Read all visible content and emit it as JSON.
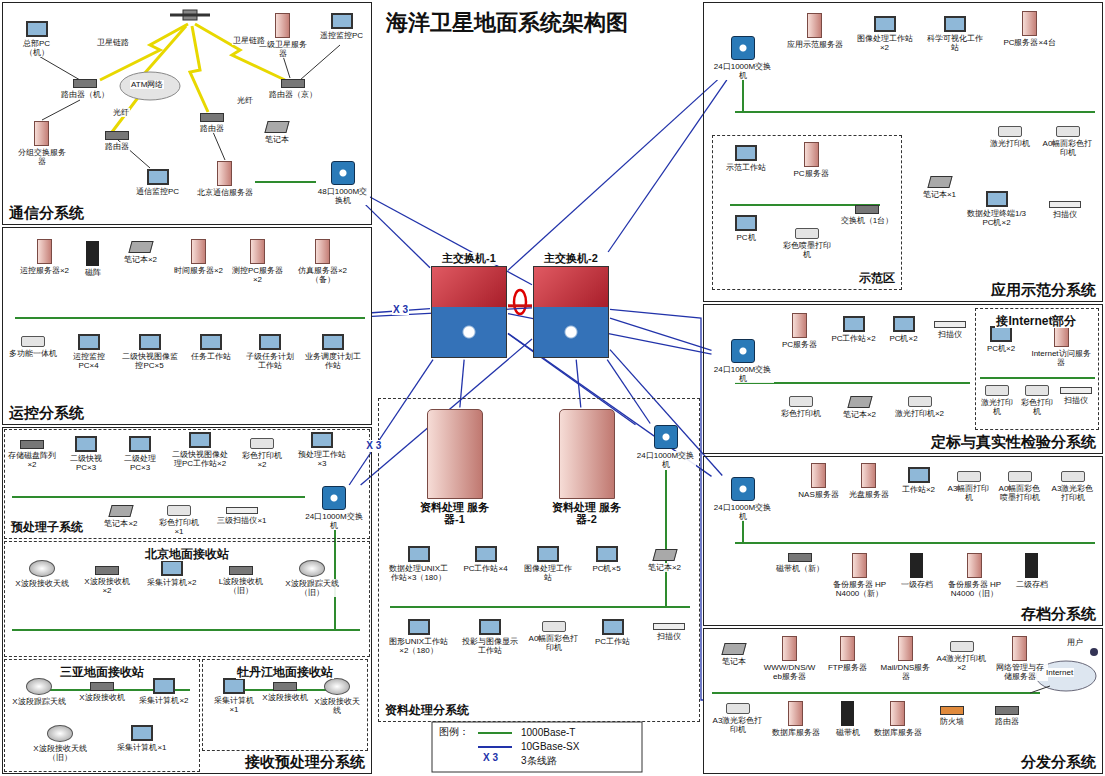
{
  "diagram": {
    "title": "海洋卫星地面系统架构图",
    "nodes": [
      {
        "text": [
          "通信分系统"
        ]
      },
      {
        "text": [
          "运控分系统"
        ]
      },
      {
        "text": [
          "接收预处理分系统"
        ]
      },
      {
        "text": [
          "预处理子系统"
        ],
        "in": 2
      },
      {
        "text": [
          "北京地面接收站"
        ],
        "in": 2
      },
      {
        "text": [
          "三亚地面接收站"
        ],
        "in": 2
      },
      {
        "text": [
          "牡丹江地面接收站"
        ],
        "in": 2
      },
      {
        "text": [
          "资料处理分系统"
        ]
      },
      {
        "text": [
          "应用示范分系统"
        ]
      },
      {
        "text": [
          "示范区"
        ],
        "in": 8
      },
      {
        "text": [
          "定标与真实性检验分系统"
        ]
      },
      {
        "text": [
          "接Internet部分"
        ],
        "in": 10
      },
      {
        "text": [
          "存档分系统"
        ]
      },
      {
        "text": [
          "分发分系统"
        ]
      },
      {
        "text": [
          "主交换机-1"
        ]
      },
      {
        "text": [
          "主交换机-2"
        ]
      },
      {
        "text": [
          "资料处理 服务器-1"
        ],
        "in": 7
      },
      {
        "text": [
          "资料处理 服务器-2"
        ],
        "in": 7
      },
      {
        "text": [
          "48口1000M交换机"
        ],
        "in": 0
      },
      {
        "text": [
          "24口1000M交换机"
        ],
        "in": 3
      },
      {
        "text": [
          "24口1000M交换机"
        ],
        "in": 7
      },
      {
        "text": [
          "24口1000M交换机"
        ],
        "in": 8
      },
      {
        "text": [
          "24口1000M交换机"
        ],
        "in": 10
      },
      {
        "text": [
          "24口1000M交换机"
        ],
        "in": 12
      },
      {
        "text": [
          "总部PC（机）"
        ],
        "in": 0
      },
      {
        "text": [
          "路由器（机）"
        ],
        "in": 0
      },
      {
        "text": [
          "分组交换服务器"
        ],
        "in": 0
      },
      {
        "text": [
          "路由器"
        ],
        "in": 0
      },
      {
        "text": [
          "通信监控PC"
        ],
        "in": 0
      },
      {
        "text": [
          "北京通信服务器"
        ],
        "in": 0
      },
      {
        "text": [
          "二级卫星服务器"
        ],
        "in": 0
      },
      {
        "text": [
          "遥控监控PC"
        ],
        "in": 0
      },
      {
        "text": [
          "路由器（京）"
        ],
        "in": 0
      },
      {
        "text": [
          "路由器"
        ],
        "in": 0
      },
      {
        "text": [
          "笔记本"
        ],
        "in": 0
      },
      {
        "text": [
          "运控服务器×2"
        ],
        "in": 1
      },
      {
        "text": [
          "磁阵"
        ],
        "in": 1
      },
      {
        "text": [
          "笔记本×2"
        ],
        "in": 1
      },
      {
        "text": [
          "时间服务器×2"
        ],
        "in": 1
      },
      {
        "text": [
          "测控PC服务器×2"
        ],
        "in": 1
      },
      {
        "text": [
          "仿真服务器×2（备）"
        ],
        "in": 1
      },
      {
        "text": [
          "多功能一体机"
        ],
        "in": 1
      },
      {
        "text": [
          "运控监控PC×4"
        ],
        "in": 1
      },
      {
        "text": [
          "二级快视图像监控PC×5"
        ],
        "in": 1
      },
      {
        "text": [
          "任务工作站"
        ],
        "in": 1
      },
      {
        "text": [
          "子级任务计划工作站"
        ],
        "in": 1
      },
      {
        "text": [
          "业务调度计划工作站"
        ],
        "in": 1
      },
      {
        "text": [
          "存储磁盘阵列×2"
        ],
        "in": 3
      },
      {
        "text": [
          "二级快视PC×3"
        ],
        "in": 3
      },
      {
        "text": [
          "二级处理PC×3"
        ],
        "in": 3
      },
      {
        "text": [
          "二级快视图像处理PC工作站×2"
        ],
        "in": 3
      },
      {
        "text": [
          "彩色打印机×2"
        ],
        "in": 3
      },
      {
        "text": [
          "预处理工作站×3"
        ],
        "in": 3
      },
      {
        "text": [
          "笔记本×2"
        ],
        "in": 3
      },
      {
        "text": [
          "彩色打印机×1"
        ],
        "in": 3
      },
      {
        "text": [
          "三级扫描仪×1"
        ],
        "in": 3
      },
      {
        "text": [
          "X波段接收天线"
        ],
        "in": 4
      },
      {
        "text": [
          "X波段接收机×2"
        ],
        "in": 4
      },
      {
        "text": [
          "采集计算机×2"
        ],
        "in": 4
      },
      {
        "text": [
          "L波段接收机（旧）"
        ],
        "in": 4
      },
      {
        "text": [
          "X波段跟踪天线（旧）"
        ],
        "in": 4
      },
      {
        "text": [
          "X波段跟踪天线"
        ],
        "in": 5
      },
      {
        "text": [
          "X波段接收机"
        ],
        "in": 5
      },
      {
        "text": [
          "采集计算机×2"
        ],
        "in": 5
      },
      {
        "text": [
          "X波段接收天线（旧）"
        ],
        "in": 5
      },
      {
        "text": [
          "采集计算机×1"
        ],
        "in": 5
      },
      {
        "text": [
          "采集计算机×1"
        ],
        "in": 6
      },
      {
        "text": [
          "X波段接收机"
        ],
        "in": 6
      },
      {
        "text": [
          "X波段接收天线"
        ],
        "in": 6
      },
      {
        "text": [
          "数据处理UNIX工作站×3（180）"
        ],
        "in": 7
      },
      {
        "text": [
          "PC工作站×4"
        ],
        "in": 7
      },
      {
        "text": [
          "图像处理工作站"
        ],
        "in": 7
      },
      {
        "text": [
          "PC机×5"
        ],
        "in": 7
      },
      {
        "text": [
          "笔记本×2"
        ],
        "in": 7
      },
      {
        "text": [
          "图形UNIX工作站×2（180）"
        ],
        "in": 7
      },
      {
        "text": [
          "投影与图像显示工作站"
        ],
        "in": 7
      },
      {
        "text": [
          "A0幅面彩色打印机"
        ],
        "in": 7
      },
      {
        "text": [
          "PC工作站"
        ],
        "in": 7
      },
      {
        "text": [
          "扫描仪"
        ],
        "in": 7
      },
      {
        "text": [
          "应用示范服务器"
        ],
        "in": 8
      },
      {
        "text": [
          "图像处理工作站×2"
        ],
        "in": 8
      },
      {
        "text": [
          "科学可视化工作站"
        ],
        "in": 8
      },
      {
        "text": [
          "PC服务器×4台"
        ],
        "in": 8
      },
      {
        "text": [
          "激光打印机"
        ],
        "in": 8
      },
      {
        "text": [
          "A0幅面彩色打印机"
        ],
        "in": 8
      },
      {
        "text": [
          "笔记本×1"
        ],
        "in": 8
      },
      {
        "text": [
          "数据处理终端1/3 PC机×2"
        ],
        "in": 8
      },
      {
        "text": [
          "扫描仪"
        ],
        "in": 8
      },
      {
        "text": [
          "示范工作站"
        ],
        "in": 9
      },
      {
        "text": [
          "PC服务器"
        ],
        "in": 9
      },
      {
        "text": [
          "交换机（1台）"
        ],
        "in": 9
      },
      {
        "text": [
          "PC机"
        ],
        "in": 9
      },
      {
        "text": [
          "彩色喷墨打印机"
        ],
        "in": 9
      },
      {
        "text": [
          "PC服务器"
        ],
        "in": 10
      },
      {
        "text": [
          "PC工作站×2"
        ],
        "in": 10
      },
      {
        "text": [
          "PC机×2"
        ],
        "in": 10
      },
      {
        "text": [
          "扫描仪"
        ],
        "in": 10
      },
      {
        "text": [
          "彩色打印机"
        ],
        "in": 10
      },
      {
        "text": [
          "笔记本×2"
        ],
        "in": 10
      },
      {
        "text": [
          "激光打印机×2"
        ],
        "in": 10
      },
      {
        "text": [
          "PC机×2"
        ],
        "in": 11
      },
      {
        "text": [
          "Internet访问服务器"
        ],
        "in": 11
      },
      {
        "text": [
          "激光打印机"
        ],
        "in": 11
      },
      {
        "text": [
          "彩色打印机"
        ],
        "in": 11
      },
      {
        "text": [
          "扫描仪"
        ],
        "in": 11
      },
      {
        "text": [
          "NAS服务器"
        ],
        "in": 12
      },
      {
        "text": [
          "光盘服务器"
        ],
        "in": 12
      },
      {
        "text": [
          "工作站×2"
        ],
        "in": 12
      },
      {
        "text": [
          "A3幅面打印机"
        ],
        "in": 12
      },
      {
        "text": [
          "A0幅面彩色喷墨打印机"
        ],
        "in": 12
      },
      {
        "text": [
          "A3激光彩色打印机"
        ],
        "in": 12
      },
      {
        "text": [
          "磁带机（新）"
        ],
        "in": 12
      },
      {
        "text": [
          "备份服务器 HP N4000（新）"
        ],
        "in": 12
      },
      {
        "text": [
          "一级存档"
        ],
        "in": 12
      },
      {
        "text": [
          "备份服务器 HP N4000（旧）"
        ],
        "in": 12
      },
      {
        "text": [
          "二级存档"
        ],
        "in": 12
      },
      {
        "text": [
          "笔记本"
        ],
        "in": 13
      },
      {
        "text": [
          "WWW/DNS/Web服务器"
        ],
        "in": 13
      },
      {
        "text": [
          "FTP服务器"
        ],
        "in": 13
      },
      {
        "text": [
          "Mail/DNS服务器"
        ],
        "in": 13
      },
      {
        "text": [
          "A4激光打印机×2"
        ],
        "in": 13
      },
      {
        "text": [
          "网络管理与存储服务器"
        ],
        "in": 13
      },
      {
        "text": [
          "A3激光彩色打印机"
        ],
        "in": 13
      },
      {
        "text": [
          "数据库服务器"
        ],
        "in": 13
      },
      {
        "text": [
          "磁带机"
        ],
        "in": 13
      },
      {
        "text": [
          "数据库服务器"
        ],
        "in": 13
      },
      {
        "text": [
          "防火墙"
        ],
        "in": 13
      },
      {
        "text": [
          "路由器"
        ],
        "in": 13
      }
    ],
    "edges": [
      {
        "from": 14,
        "to": 15,
        "arrow": "none"
      },
      {
        "from": 18,
        "to": 14,
        "arrow": "none"
      },
      {
        "from": 18,
        "to": 15,
        "arrow": "none"
      },
      {
        "from": 1,
        "to": 14,
        "arrow": "none",
        "label": "X 3"
      },
      {
        "from": 1,
        "to": 15,
        "arrow": "none"
      },
      {
        "from": 19,
        "to": 14,
        "arrow": "none",
        "label": "X 3"
      },
      {
        "from": 19,
        "to": 15,
        "arrow": "none"
      },
      {
        "from": 14,
        "to": 16,
        "arrow": "none"
      },
      {
        "from": 15,
        "to": 17,
        "arrow": "none"
      },
      {
        "from": 20,
        "to": 14,
        "arrow": "none"
      },
      {
        "from": 20,
        "to": 15,
        "arrow": "none"
      },
      {
        "from": 21,
        "to": 14,
        "arrow": "none"
      },
      {
        "from": 21,
        "to": 15,
        "arrow": "none"
      },
      {
        "from": 22,
        "to": 14,
        "arrow": "none"
      },
      {
        "from": 22,
        "to": 15,
        "arrow": "none"
      },
      {
        "from": 23,
        "to": 14,
        "arrow": "none"
      },
      {
        "from": 23,
        "to": 15,
        "arrow": "none"
      },
      {
        "from": 15,
        "to": 13,
        "arrow": "none"
      }
    ],
    "labels": [
      "卫星链路",
      "卫星链路",
      "ATM网络",
      "光纤",
      "光纤",
      "图例：",
      "X 3",
      "Internet",
      "用户"
    ],
    "legend": [
      {
        "text": "1000Base-T"
      },
      {
        "text": "10GBase-SX"
      },
      {
        "text": "3条线路"
      }
    ]
  }
}
